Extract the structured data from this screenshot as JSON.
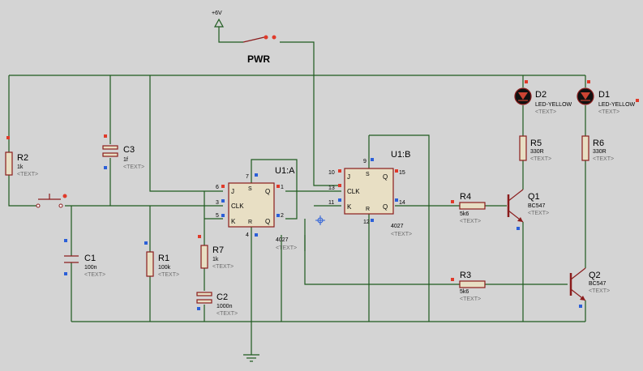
{
  "power": {
    "label": "+6V",
    "switch_label": "PWR"
  },
  "components": {
    "r2": {
      "ref": "R2",
      "value": "1k",
      "text": "<TEXT>"
    },
    "c3": {
      "ref": "C3",
      "value": "1f",
      "text": "<TEXT>"
    },
    "c1": {
      "ref": "C1",
      "value": "100n",
      "text": "<TEXT>"
    },
    "r1": {
      "ref": "R1",
      "value": "100k",
      "text": "<TEXT>"
    },
    "r7": {
      "ref": "R7",
      "value": "1k",
      "text": "<TEXT>"
    },
    "c2": {
      "ref": "C2",
      "value": "1000n",
      "text": "<TEXT>"
    },
    "u1a": {
      "ref": "U1:A",
      "part": "4027",
      "text": "<TEXT>"
    },
    "u1b": {
      "ref": "U1:B",
      "part": "4027",
      "text": "<TEXT>"
    },
    "r4": {
      "ref": "R4",
      "value": "5k6",
      "text": "<TEXT>"
    },
    "r3": {
      "ref": "R3",
      "value": "5k6",
      "text": "<TEXT>"
    },
    "r5": {
      "ref": "R5",
      "value": "330R",
      "text": "<TEXT>"
    },
    "r6": {
      "ref": "R6",
      "value": "330R",
      "text": "<TEXT>"
    },
    "d2": {
      "ref": "D2",
      "value": "LED-YELLOW",
      "text": "<TEXT>"
    },
    "d1": {
      "ref": "D1",
      "value": "LED-YELLOW",
      "text": "<TEXT>"
    },
    "q1": {
      "ref": "Q1",
      "value": "BC547",
      "text": "<TEXT>"
    },
    "q2": {
      "ref": "Q2",
      "value": "BC547",
      "text": "<TEXT>"
    }
  },
  "pins": {
    "u1a": {
      "j": "J",
      "clk": "CLK",
      "k": "K",
      "q": "Q",
      "qn": "Q",
      "s": "S",
      "r": "R",
      "p6": "6",
      "p3": "3",
      "p5": "5",
      "p1": "1",
      "p2": "2",
      "p7": "7",
      "p4": "4"
    },
    "u1b": {
      "j": "J",
      "clk": "CLK",
      "k": "K",
      "q": "Q",
      "qn": "Q",
      "s": "S",
      "r": "R",
      "p10": "10",
      "p13": "13",
      "p11": "11",
      "p15": "15",
      "p14": "14",
      "p9": "9",
      "p12": "12"
    }
  }
}
